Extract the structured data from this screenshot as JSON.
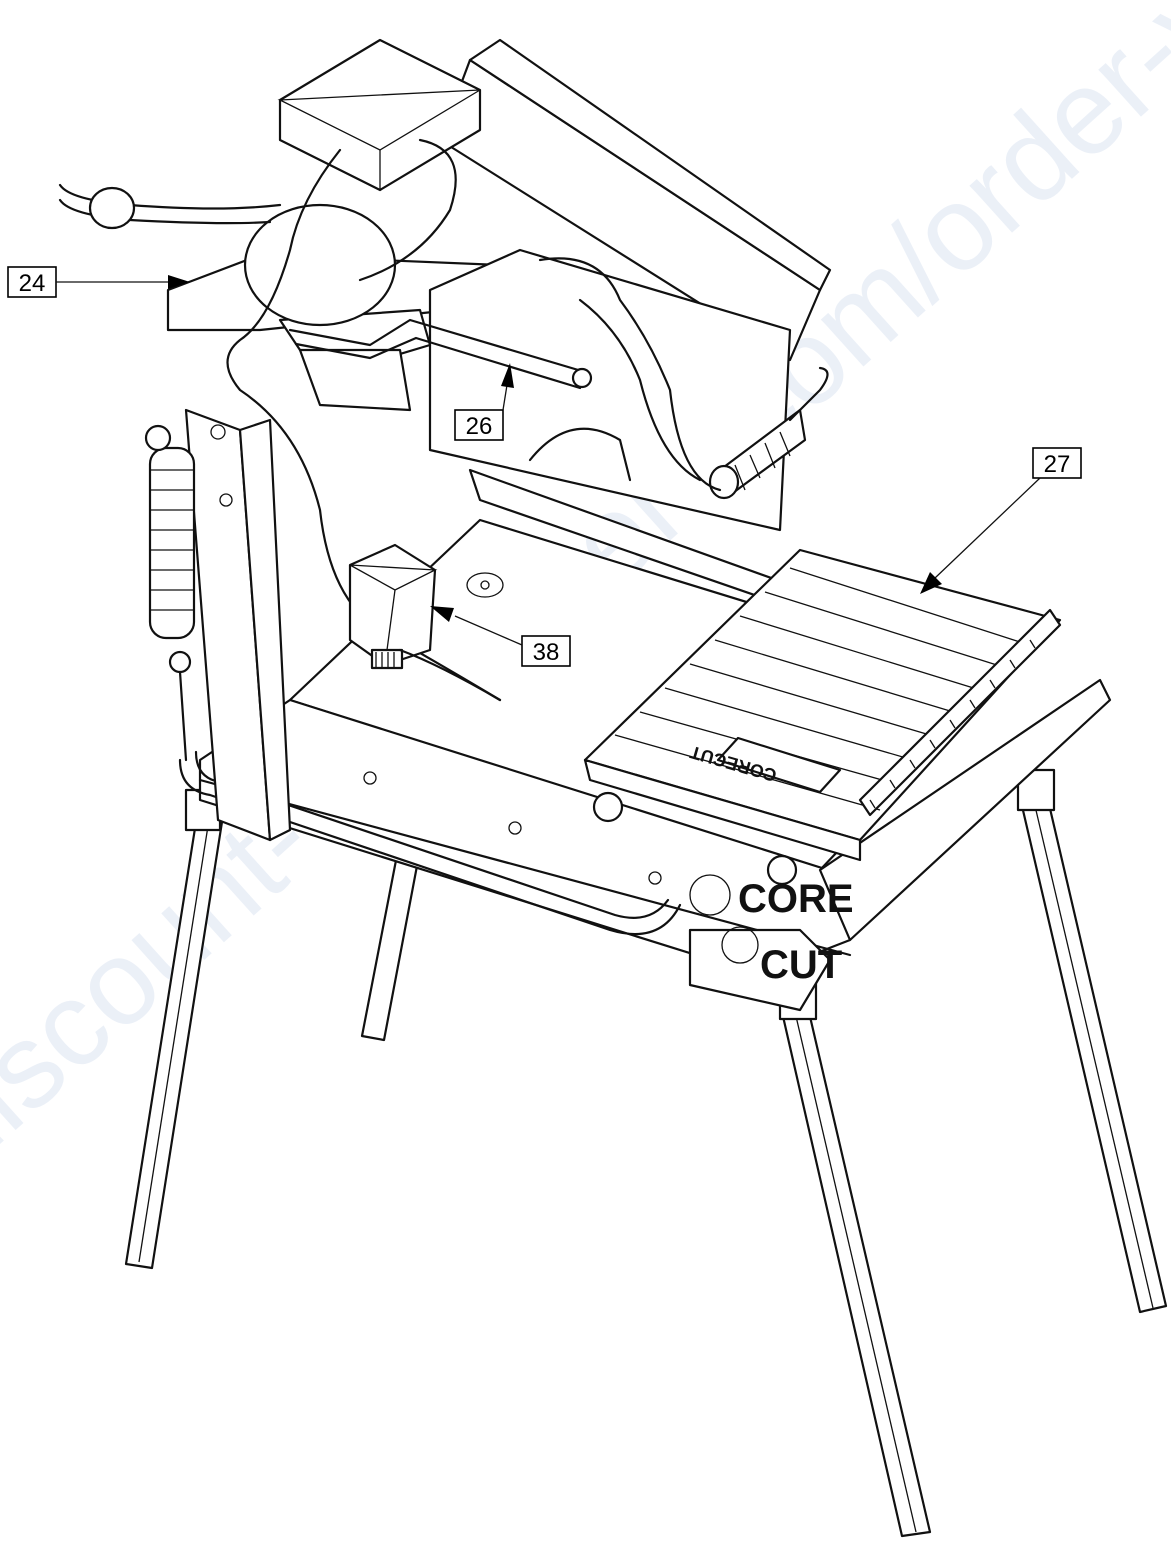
{
  "callouts": [
    {
      "id": "24",
      "label": "24"
    },
    {
      "id": "26",
      "label": "26"
    },
    {
      "id": "27",
      "label": "27"
    },
    {
      "id": "38",
      "label": "38"
    }
  ],
  "machine": {
    "brand_plate": "CORECUT",
    "logo_lines": [
      "CORE",
      "CUT"
    ]
  },
  "watermark": {
    "text": "discount-equipment.com/order-your"
  },
  "colors": {
    "line": "#111111",
    "background": "#ffffff",
    "watermark": "#dbe4f2"
  }
}
